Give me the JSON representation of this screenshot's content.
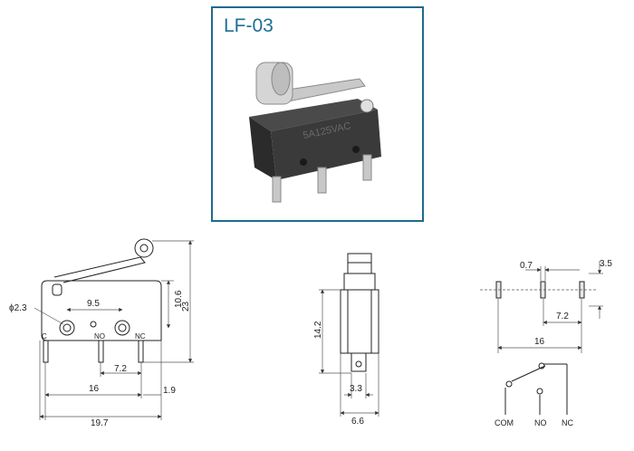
{
  "title": "LF-03",
  "colors": {
    "frame": "#1f6c8a",
    "title": "#1d6f95",
    "line": "#222222",
    "dim": "#555555"
  },
  "photo": {
    "label": "5A125VAC"
  },
  "side_view": {
    "dim_phi": "ϕ2.3",
    "dim_9_5": "9.5",
    "dim_10_6": "10.6",
    "dim_23": "23",
    "terminal_c": "C",
    "terminal_no": "NO",
    "terminal_nc": "NC",
    "dim_7_2": "7.2",
    "dim_16": "16",
    "dim_1_9": "1.9",
    "dim_19_7": "19.7"
  },
  "end_view": {
    "dim_14_2": "14.2",
    "dim_3_3": "3.3",
    "dim_6_6": "6.6"
  },
  "pin_layout": {
    "dim_0_7": "0.7",
    "dim_3_5": "3.5",
    "dim_7_2": "7.2",
    "dim_16": "16"
  },
  "schematic": {
    "com": "COM",
    "no": "NO",
    "nc": "NC"
  }
}
